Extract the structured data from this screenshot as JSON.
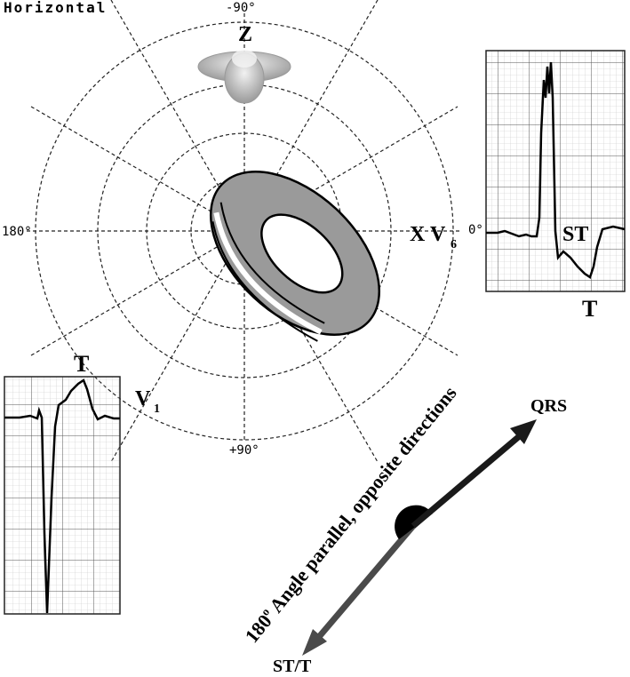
{
  "polar": {
    "title": "Horizontal",
    "label_top": "-90°",
    "label_left": "180°",
    "label_right": "0°",
    "label_bottom": "+90°"
  },
  "axis_labels": {
    "z": "Z",
    "x": "X",
    "v6_main": "V",
    "v6_sub": "6",
    "v1_main": "V",
    "v1_sub": "1"
  },
  "ecg_right": {
    "st_label": "ST",
    "t_label": "T"
  },
  "ecg_left": {
    "t_label": "T"
  },
  "vector": {
    "qrs_label": "QRS",
    "stt_label": "ST/T",
    "angle_number": "180",
    "angle_degree": "o",
    "angle_text": " Angle parallel, opposite directions"
  },
  "colors": {
    "disc_fill": "#9a9a9a",
    "qrs_arrow": "#1a1a1a",
    "stt_arrow": "#4a4a4a",
    "grid_major": "#555555",
    "grid_minor": "#c8c8c8"
  }
}
